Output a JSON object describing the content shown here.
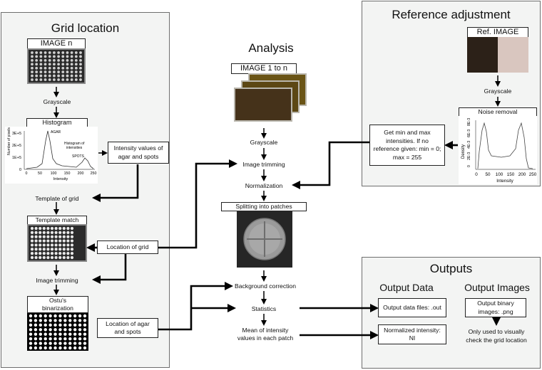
{
  "grid_panel": {
    "title": "Grid location",
    "image_n_label": "IMAGE n",
    "grayscale": "Grayscale",
    "histogram": {
      "label": "Histogram",
      "ylabel": "Number of pixels",
      "xlabel": "Intensity",
      "yticks": [
        "0",
        "1E+5",
        "2E+5",
        "3E+5"
      ],
      "xticks": [
        "0",
        "50",
        "100",
        "150",
        "200",
        "250"
      ],
      "agar": "AGAR",
      "spots": "SPOTS",
      "annotation_line1": "Histogram of",
      "annotation_line2": "intensities"
    },
    "intensity_box": "Intensity values of agar and spots",
    "template_of_grid": "Template of grid",
    "template_match": "Template match",
    "location_of_grid": "Location of grid",
    "image_trimming": "Image trimming",
    "ostu_line1": "Ostu's",
    "ostu_line2": "binarization",
    "location_agar_spots": "Location of agar and spots"
  },
  "analysis": {
    "title": "Analysis",
    "image_label": "IMAGE 1 to n",
    "grayscale": "Grayscale",
    "image_trimming": "Image trimming",
    "normalization": "Normalization",
    "splitting": "Splitting into patches",
    "background_correction": "Background correction",
    "statistics": "Statistics",
    "mean_line1": "Mean of intensity",
    "mean_line2": "values in each patch"
  },
  "reference": {
    "title": "Reference adjustment",
    "ref_image_label": "Ref. IMAGE",
    "grayscale": "Grayscale",
    "noise_removal": "Noise removal",
    "minmax_box": "Get min and max intensities. If no reference given: min = 0; max = 255",
    "density": {
      "ylabel": "Density",
      "yticks": [
        "0",
        "2E-3",
        "4E-3",
        "6E-3",
        "8E-3"
      ],
      "xticks": [
        "0",
        "50",
        "100",
        "150",
        "200",
        "250"
      ],
      "xlabel": "Intensity"
    }
  },
  "outputs": {
    "title": "Outputs",
    "data_title": "Output Data",
    "images_title": "Output Images",
    "data_files": "Output data files: .out",
    "normalized": "Normalized intensity: NI",
    "binary_images": "Output binary images: .png",
    "note": "Only used to visually check the grid location"
  },
  "colors": {
    "panel_bg": "#f3f4f3",
    "panel_border": "#6e6e6e",
    "arrow": "#000000"
  }
}
